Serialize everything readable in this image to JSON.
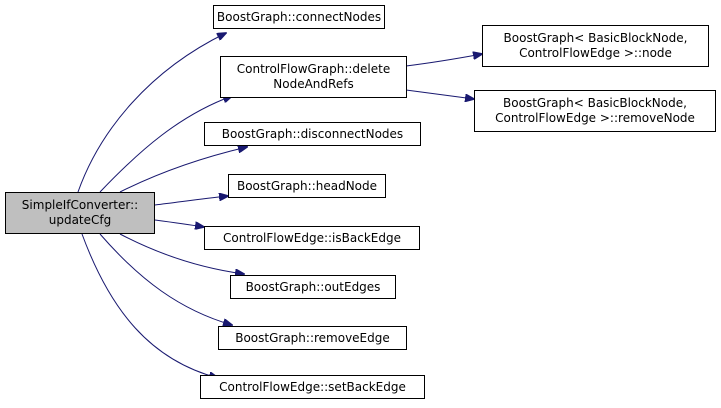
{
  "graph": {
    "edge_color": "#191970",
    "root_fill": "#bfbfbf",
    "root": {
      "line1": "SimpleIfConverter::",
      "line2": "updateCfg"
    },
    "callees": [
      {
        "line1": "BoostGraph::connectNodes"
      },
      {
        "line1": "ControlFlowGraph::delete",
        "line2": "NodeAndRefs"
      },
      {
        "line1": "BoostGraph::disconnectNodes"
      },
      {
        "line1": "BoostGraph::headNode"
      },
      {
        "line1": "ControlFlowEdge::isBackEdge"
      },
      {
        "line1": "BoostGraph::outEdges"
      },
      {
        "line1": "BoostGraph::removeEdge"
      },
      {
        "line1": "ControlFlowEdge::setBackEdge"
      }
    ],
    "second_level": [
      {
        "line1": "BoostGraph< BasicBlockNode,",
        "line2": "ControlFlowEdge >::node"
      },
      {
        "line1": "BoostGraph< BasicBlockNode,",
        "line2": " ControlFlowEdge >::removeNode"
      }
    ]
  }
}
